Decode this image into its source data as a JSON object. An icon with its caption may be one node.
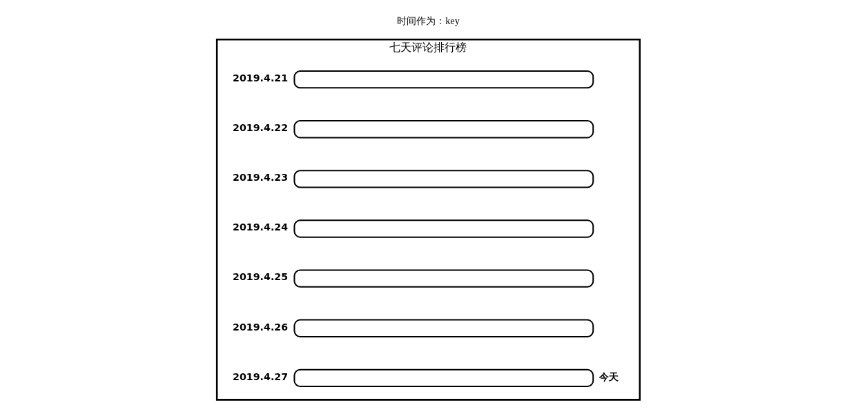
{
  "diagram": {
    "nodes": [
      {
        "text": [
          "七天评论排行榜"
        ]
      },
      {
        "text": [],
        "shape": "bar",
        "in": 0,
        "beside": [
          "2019.4.21"
        ]
      },
      {
        "text": [],
        "shape": "bar",
        "in": 0,
        "beside": [
          "2019.4.22"
        ]
      },
      {
        "text": [],
        "shape": "bar",
        "in": 0,
        "beside": [
          "2019.4.23"
        ]
      },
      {
        "text": [],
        "shape": "bar",
        "in": 0,
        "beside": [
          "2019.4.24"
        ]
      },
      {
        "text": [],
        "shape": "bar",
        "in": 0,
        "beside": [
          "2019.4.25"
        ]
      },
      {
        "text": [],
        "shape": "bar",
        "in": 0,
        "beside": [
          "2019.4.26"
        ]
      },
      {
        "text": [],
        "shape": "bar",
        "in": 0,
        "beside": [
          "2019.4.27",
          "今天"
        ]
      }
    ],
    "edges": [],
    "labels": [
      "时间作为：key"
    ]
  }
}
